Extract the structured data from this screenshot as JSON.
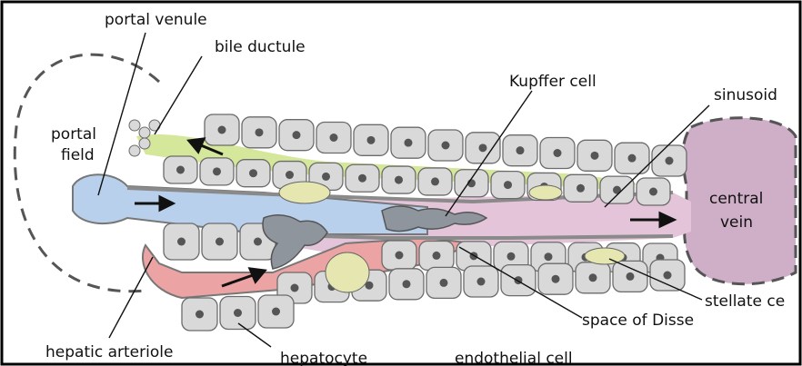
{
  "labels": {
    "portal_venule": "portal venule",
    "bile_ductule": "bile ductule",
    "portal_field": "portal",
    "portal_field_line2": "field",
    "kupffer_cell": "Kupffer cell",
    "sinusoid": "sinusoid",
    "central_vein": "central",
    "central_vein_line2": "vein",
    "stellate_cell": "stellate ce",
    "space_of_disse": "space of Disse",
    "hepatic_arteriole": "hepatic arteriole",
    "hepatocyte": "hepatocyte",
    "endothelial_cell": "endothelial cell"
  },
  "colors": {
    "frame": "#000000",
    "cell_fill": "#d9d9d9",
    "cell_stroke": "#6b6b6b",
    "nucleus": "#555555",
    "portal_venule": "#b8d0ec",
    "arteriole": "#eba3a3",
    "bile": "#d4e79a",
    "central_vein": "#cfaec7",
    "sinusoid": "#e4c4d8",
    "membrane": "#8a8a8a",
    "kupffer": "#8f959c"
  }
}
